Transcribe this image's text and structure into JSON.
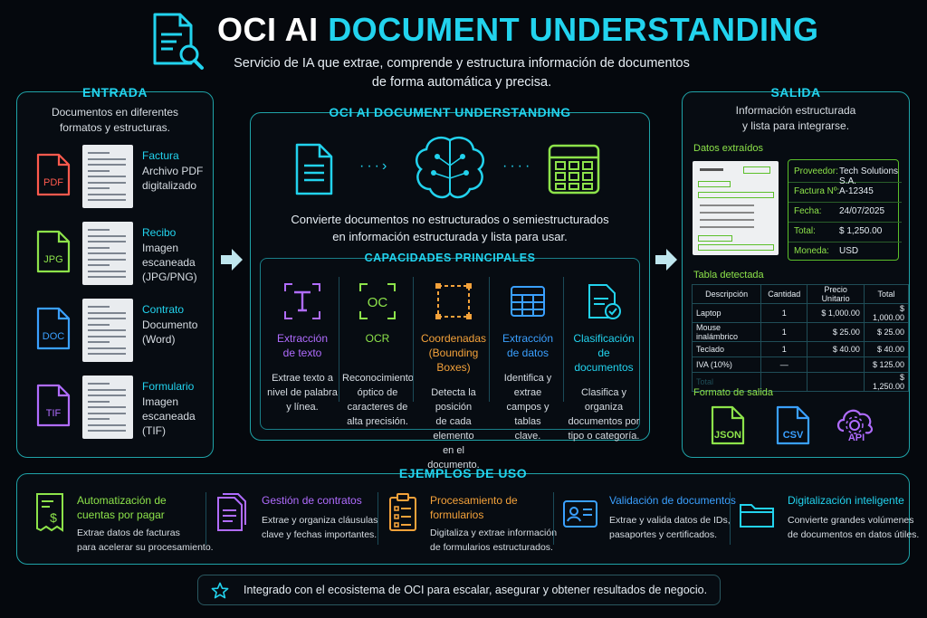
{
  "header": {
    "title_white": "OCI AI",
    "title_cyan": "DOCUMENT UNDERSTANDING",
    "subtitle_1": "Servicio de IA que extrae, comprende y estructura información de documentos",
    "subtitle_2": "de forma automática y precisa."
  },
  "entrada": {
    "heading": "ENTRADA",
    "desc_1": "Documentos en diferentes",
    "desc_2": "formatos y estructuras.",
    "items": [
      {
        "badge": "PDF",
        "name": "Factura",
        "l1": "Archivo PDF",
        "l2": "digitalizado",
        "l3": "",
        "color": "#ff5a4e"
      },
      {
        "badge": "JPG",
        "name": "Recibo",
        "l1": "Imagen",
        "l2": "escaneada",
        "l3": "(JPG/PNG)",
        "color": "#8de34a"
      },
      {
        "badge": "DOC",
        "name": "Contrato",
        "l1": "Documento",
        "l2": "(Word)",
        "l3": "",
        "color": "#3aa0ff"
      },
      {
        "badge": "TIF",
        "name": "Formulario",
        "l1": "Imagen",
        "l2": "escaneada",
        "l3": "(TIF)",
        "color": "#b06cff"
      }
    ]
  },
  "center": {
    "heading": "OCI AI DOCUMENT UNDERSTANDING",
    "desc_1": "Convierte documentos no estructurados o semiestructurados",
    "desc_2": "en información estructurada y lista para usar.",
    "cap_heading": "CAPACIDADES PRINCIPALES",
    "caps": [
      {
        "t1": "Extracción",
        "t2": "de texto",
        "d1": "Extrae texto a",
        "d2": "nivel de palabra",
        "d3": "y línea.",
        "d4": "",
        "color": "#b06cff"
      },
      {
        "t1": "OCR",
        "t2": "",
        "d1": "Reconocimiento",
        "d2": "óptico de",
        "d3": "caracteres de",
        "d4": "alta precisión.",
        "color": "#8de34a"
      },
      {
        "t1": "Coordenadas",
        "t2": "(Bounding Boxes)",
        "d1": "Detecta la posición",
        "d2": "de cada elemento",
        "d3": "en el documento.",
        "d4": "",
        "color": "#f4a23a"
      },
      {
        "t1": "Extracción",
        "t2": "de datos",
        "d1": "Identifica y extrae",
        "d2": "campos y tablas",
        "d3": "clave.",
        "d4": "",
        "color": "#3aa0ff"
      },
      {
        "t1": "Clasificación",
        "t2": "de documentos",
        "d1": "Clasifica y organiza",
        "d2": "documentos por",
        "d3": "tipo o categoría.",
        "d4": "",
        "color": "#22d3ee"
      }
    ]
  },
  "salida": {
    "heading": "SALIDA",
    "desc_1": "Información estructurada",
    "desc_2": "y lista para integrarse.",
    "datos_heading": "Datos extraídos",
    "fields": [
      {
        "k": "Proveedor:",
        "v": "Tech Solutions S.A."
      },
      {
        "k": "Factura Nº:",
        "v": "A-12345"
      },
      {
        "k": "Fecha:",
        "v": "24/07/2025"
      },
      {
        "k": "Total:",
        "v": "$ 1,250.00"
      },
      {
        "k": "Moneda:",
        "v": "USD"
      }
    ],
    "tabla_heading": "Tabla detectada",
    "table_headers": [
      "Descripción",
      "Cantidad",
      "Precio Unitario",
      "Total"
    ],
    "table_rows": [
      [
        "Laptop",
        "1",
        "$ 1,000.00",
        "$ 1,000.00"
      ],
      [
        "Mouse inalámbrico",
        "1",
        "$ 25.00",
        "$ 25.00"
      ],
      [
        "Teclado",
        "1",
        "$ 40.00",
        "$ 40.00"
      ],
      [
        "IVA (10%)",
        "—",
        "",
        "$ 125.00"
      ],
      [
        "Total",
        "",
        "",
        "$ 1,250.00"
      ]
    ],
    "formato_heading": "Formato de salida",
    "formats": [
      {
        "label": "JSON",
        "color": "#8de34a"
      },
      {
        "label": "CSV",
        "color": "#3aa0ff"
      },
      {
        "label": "API",
        "color": "#b06cff"
      }
    ]
  },
  "ejemplos": {
    "heading": "EJEMPLOS DE USO",
    "items": [
      {
        "t1": "Automatización de",
        "t2": "cuentas por pagar",
        "d1": "Extrae datos de facturas",
        "d2": "para acelerar su procesamiento.",
        "color": "#8de34a"
      },
      {
        "t1": "Gestión de contratos",
        "t2": "",
        "d1": "Extrae y organiza cláusulas",
        "d2": "clave y fechas importantes.",
        "color": "#b06cff"
      },
      {
        "t1": "Procesamiento de",
        "t2": "formularios",
        "d1": "Digitaliza y extrae información",
        "d2": "de formularios estructurados.",
        "color": "#f4a23a"
      },
      {
        "t1": "Validación de documentos",
        "t2": "",
        "d1": "Extrae y valida datos de IDs,",
        "d2": "pasaportes y certificados.",
        "color": "#3aa0ff"
      },
      {
        "t1": "Digitalización inteligente",
        "t2": "",
        "d1": "Convierte grandes volúmenes",
        "d2": "de documentos en datos útiles.",
        "color": "#22d3ee"
      }
    ]
  },
  "footer": {
    "text": "Integrado con el ecosistema de OCI para escalar, asegurar y obtener resultados de negocio."
  }
}
